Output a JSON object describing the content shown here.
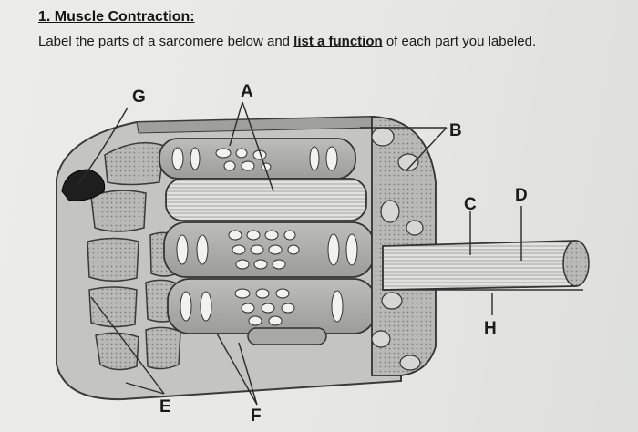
{
  "question": {
    "heading": "1. Muscle Contraction:",
    "instructions_pre": "Label the parts of a sarcomere below and ",
    "instructions_emphasis": "list a function",
    "instructions_post": " of each part you labeled."
  },
  "diagram": {
    "labels": {
      "A": "A",
      "B": "B",
      "C": "C",
      "D": "D",
      "E": "E",
      "F": "F",
      "G": "G",
      "H": "H"
    }
  }
}
